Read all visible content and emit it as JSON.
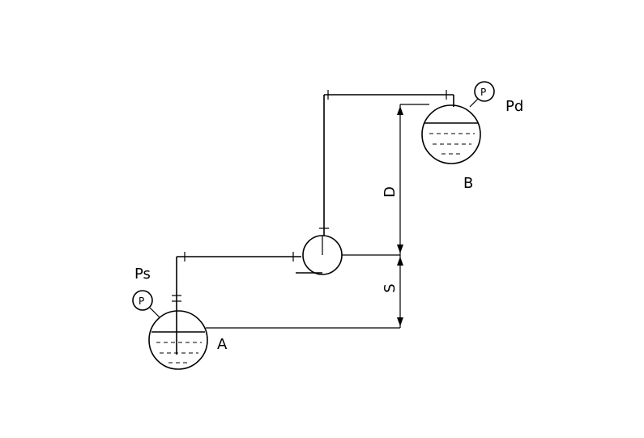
{
  "labels": {
    "tank_a": "A",
    "tank_b": "B",
    "gauge_a": "P",
    "gauge_b": "P",
    "pressure_suction": "Ps",
    "pressure_discharge": "Pd",
    "height_discharge": "D",
    "height_suction": "S"
  },
  "icons": {
    "tank_a": "tank-icon",
    "tank_b": "tank-icon",
    "pump": "pump-icon",
    "gauges": "pressure-gauge-icon"
  }
}
